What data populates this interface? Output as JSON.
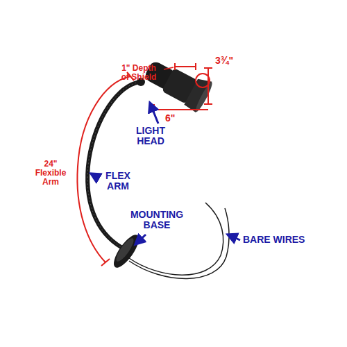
{
  "diagram": {
    "labels": [
      "1\" Depth of Shield",
      "3¾\"",
      "6\"",
      "LIGHT HEAD",
      "24\" Flexible Arm",
      "FLEX ARM",
      "MOUNTING BASE",
      "BARE WIRES"
    ]
  }
}
